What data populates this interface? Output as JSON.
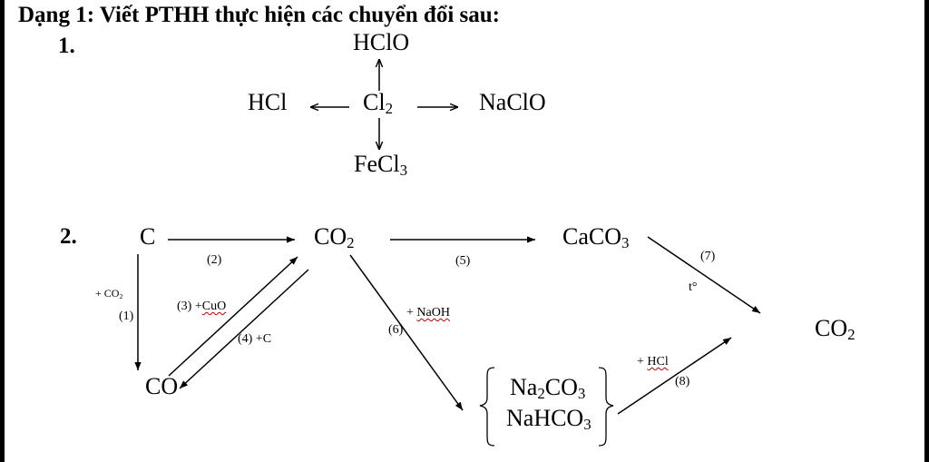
{
  "heading": "Dạng 1: Viết PTHH thực hiện các chuyển đổi sau:",
  "section1": {
    "number": "1.",
    "center": {
      "main": "Cl",
      "sub": "2"
    },
    "top": "HClO",
    "left": "HCl",
    "right": "NaClO",
    "bottom": {
      "main": "FeCl",
      "sub": "3"
    }
  },
  "section2": {
    "number": "2.",
    "c": "C",
    "co2_mid": {
      "main": "CO",
      "sub": "2"
    },
    "caco3": {
      "main": "CaCO",
      "sub": "3"
    },
    "co2_right": {
      "main": "CO",
      "sub": "2"
    },
    "co": "CO",
    "na2co3": {
      "a": "Na",
      "a_sub": "2",
      "b": "CO",
      "b_sub": "3"
    },
    "nahco3": {
      "main": "NaHCO",
      "sub": "3"
    },
    "labels": {
      "step1_reagent": {
        "main": "+ CO",
        "sub": "2"
      },
      "step1_num": "(1)",
      "step2_num": "(2)",
      "step3_num": "(3) +",
      "step3_reagent": "CuO",
      "step4": "(4) +C",
      "step5": "(5)",
      "step6_num": "(6)",
      "step6_reagent_plus": "+ ",
      "step6_reagent": "NaOH",
      "step7_num": "(7)",
      "step7_cond": "t°",
      "step8_reagent_plus": "+ ",
      "step8_reagent": "HCl",
      "step8_num": "(8)"
    }
  }
}
